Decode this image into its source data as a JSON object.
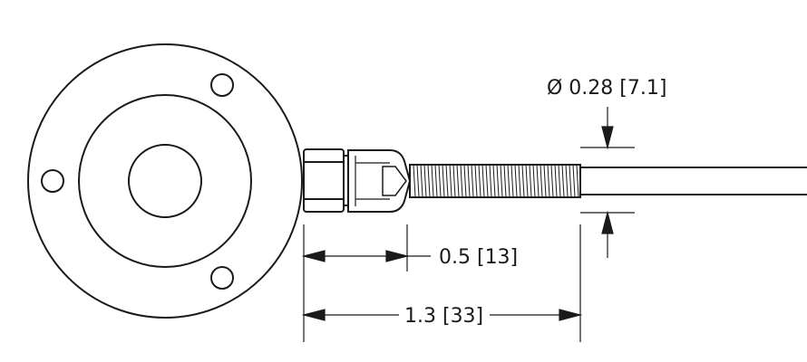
{
  "drawing": {
    "dimensions": {
      "diameter": "Ø 0.28 [7.1]",
      "boot_length": "0.5 [13]",
      "total_length": "1.3 [33]"
    },
    "colors": {
      "line": "#1a1a1a",
      "background": "#ffffff"
    }
  }
}
